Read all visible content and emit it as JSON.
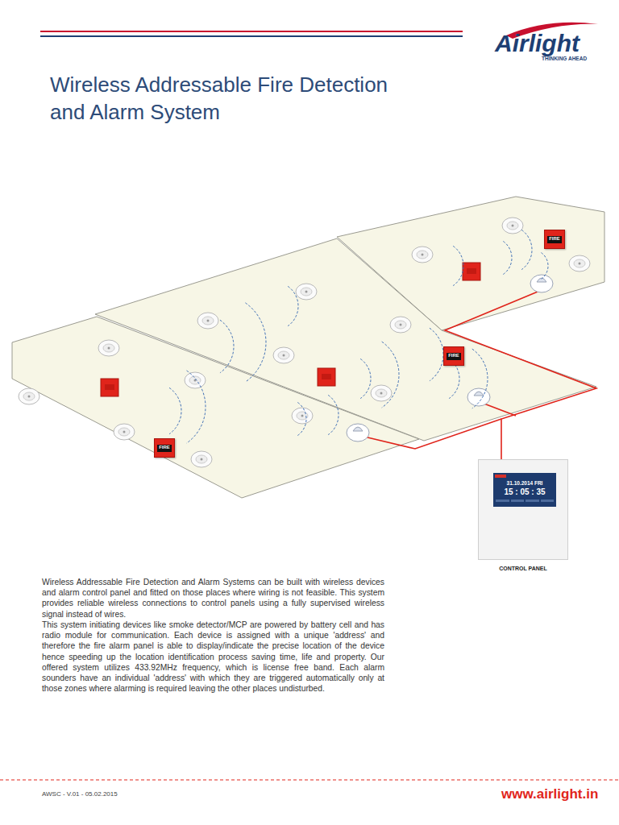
{
  "diagram": {
    "title": "Wireless Addressable Fire Detection and Alarm System",
    "nodes": [
      {
        "text": [
          "FIRE"
        ]
      },
      {
        "text": [
          "FIRE"
        ]
      },
      {
        "text": [
          "FIRE"
        ]
      },
      {
        "text": [
          "31.10.2014 FRI",
          "15 : 05 : 35",
          "CONTROL PANEL"
        ]
      }
    ],
    "labels": [
      "Airlight",
      "THINKING AHEAD",
      "Wireless Addressable Fire Detection and Alarm Systems can be built with wireless devices and alarm control panel and fitted on those places where wiring is not feasible. This system provides reliable wireless connections to control panels using a fully supervised wireless signal instead of wires.",
      "This system initiating devices like smoke detector/MCP are powered by battery cell and has radio module for communication. Each device is assigned with a unique 'address' and therefore the fire alarm panel is able to display/indicate the precise location of the device hence speeding up the location identification process saving time, life and property. Our offered system utilizes 433.92MHz frequency, which is license free band. Each alarm sounders have an individual 'address' with which they are triggered automatically only at those zones where alarming is required leaving the other places undisturbed.",
      "AWSC - V.01 - 05.02.2015",
      "www.airlight.in"
    ]
  }
}
